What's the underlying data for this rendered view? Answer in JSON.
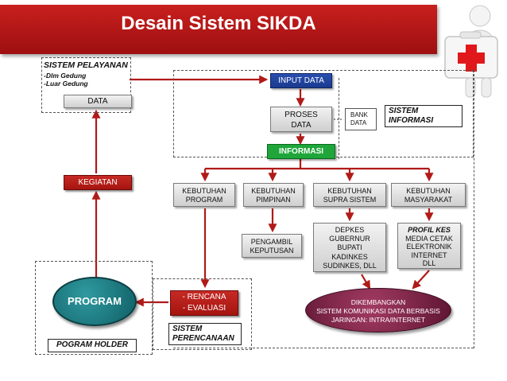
{
  "title": "Desain Sistem SIKDA",
  "colors": {
    "accent_red": "#b01a18",
    "green": "#1fa63a",
    "blue": "#1a3a8e",
    "teal": "#157a80",
    "purple": "#7a1f3f"
  },
  "icon": "first-aid-kit-figure-icon",
  "sistem_pelayanan": {
    "title": "SISTEM PELAYANAN",
    "items": [
      "-Dlm Gedung",
      "-Luar Gedung"
    ]
  },
  "nodes": {
    "data": "DATA",
    "kegiatan": "KEGIATAN",
    "program": "PROGRAM",
    "program_holder": "POGRAM HOLDER",
    "rencana": [
      "- RENCANA",
      "- EVALUASI"
    ],
    "sistem_perencanaan": [
      "SISTEM",
      "PERENCANAAN"
    ],
    "input_data": "INPUT DATA",
    "proses_data": [
      "PROSES",
      "DATA"
    ],
    "bank_data": [
      "BANK",
      "DATA"
    ],
    "sistem_informasi": [
      "SISTEM",
      "INFORMASI"
    ],
    "informasi": "INFORMASI",
    "kebutuhan_program": [
      "KEBUTUHAN",
      "PROGRAM"
    ],
    "kebutuhan_pimpinan": [
      "KEBUTUHAN",
      "PIMPINAN"
    ],
    "kebutuhan_supra": [
      "KEBUTUHAN",
      "SUPRA SISTEM"
    ],
    "kebutuhan_masyarakat": [
      "KEBUTUHAN",
      "MASYARAKAT"
    ],
    "pengambil_keputusan": [
      "PENGAMBIL",
      "KEPUTUSAN"
    ],
    "supra_list": [
      "DEPKES",
      "GUBERNUR",
      "BUPATI",
      "KADINKES",
      "SUDINKES, DLL"
    ],
    "profil_kes": {
      "title": "PROFIL KES",
      "items": [
        "MEDIA CETAK",
        "ELEKTRONIK",
        "INTERNET",
        "DLL"
      ]
    },
    "dikembangkan": [
      "DIKEMBANGKAN",
      "SISTEM KOMUNIKASI DATA BERBASIS",
      "JARINGAN: INTRA/INTERNET"
    ]
  }
}
